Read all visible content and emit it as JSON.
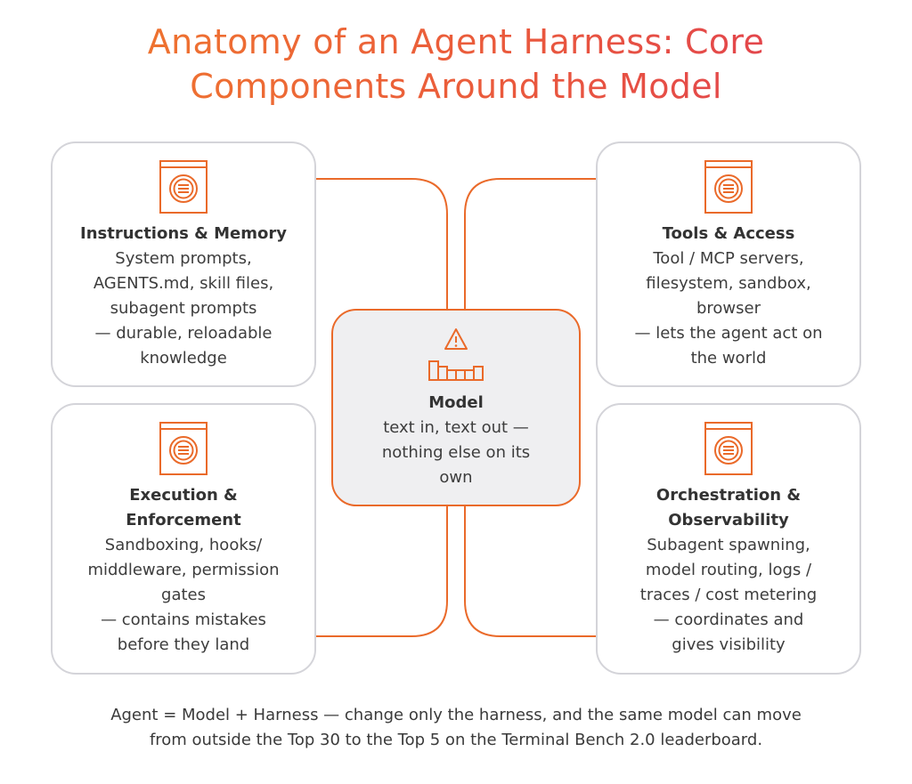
{
  "title": {
    "line1": "Anatomy of an Agent Harness: Core",
    "line2": "Components Around the Model"
  },
  "colors": {
    "accent": "#ea6a2a",
    "title_gradient_start": "#f07a2c",
    "title_gradient_end": "#e03e52",
    "card_border": "#d4d4d9",
    "model_fill": "#efeff1"
  },
  "components": {
    "instructions_memory": {
      "icon": "document-badge-icon",
      "heading": "Instructions & Memory",
      "lines": [
        "System prompts,",
        "AGENTS.md, skill files,",
        "subagent prompts",
        "— durable, reloadable",
        "knowledge"
      ]
    },
    "tools_access": {
      "icon": "document-badge-icon",
      "heading": "Tools & Access",
      "lines": [
        "Tool / MCP servers,",
        "filesystem, sandbox,",
        "browser",
        "— lets the agent act on",
        "the world"
      ]
    },
    "execution_enforcement": {
      "icon": "document-badge-icon",
      "heading_lines": [
        "Execution &",
        "Enforcement"
      ],
      "lines": [
        "Sandboxing, hooks/",
        "middleware, permission",
        "gates",
        "— contains mistakes",
        "before they land"
      ]
    },
    "orchestration_observability": {
      "icon": "document-badge-icon",
      "heading_lines": [
        "Orchestration &",
        "Observability"
      ],
      "lines": [
        "Subagent spawning,",
        "model routing, logs /",
        "traces / cost metering",
        "— coordinates and",
        "gives visibility"
      ]
    }
  },
  "model": {
    "icons": [
      "warning-icon",
      "bar-chart-icon"
    ],
    "heading": "Model",
    "lines": [
      "text in, text out —",
      "nothing else on its",
      "own"
    ]
  },
  "footer": {
    "line1": "Agent = Model + Harness — change only the harness, and the same model can move",
    "line2": "from outside the Top 30 to the Top 5 on the Terminal Bench 2.0 leaderboard."
  }
}
